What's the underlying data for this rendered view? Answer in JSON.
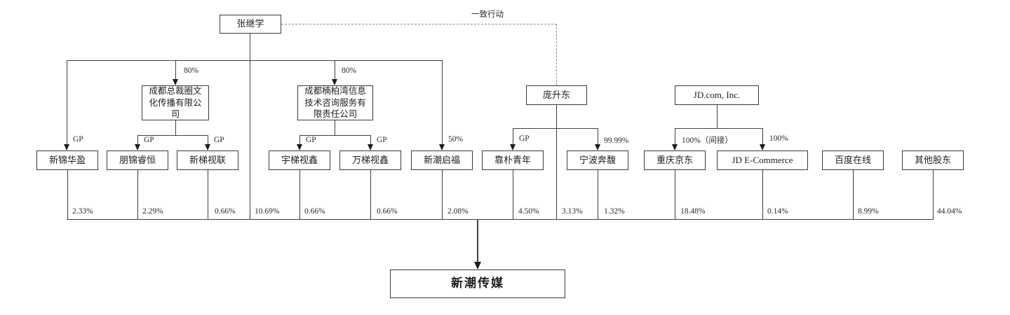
{
  "diagram": {
    "note": {
      "concert_action": "一致行动"
    },
    "actors": {
      "zhang_jixue": "张继学",
      "pang_shengdong": "庞升东",
      "jd_com": "JD.com, Inc.",
      "chengdu_zongcaiquan": "成都总裁圈文化传播有限公司",
      "chengdu_nanbaiwan": "成都楠柏湾信息技术咨询服务有限责任公司"
    },
    "shareholders": {
      "xinjin_huaying": "新锦华盈",
      "pengjin_ruiheng": "朋锦睿恒",
      "xinti_shilian": "新梯视联",
      "yuti_shixin": "宇梯视鑫",
      "wanti_shixin": "万梯视鑫",
      "xinchao_qifu": "新潮启福",
      "kaopu_qingnian": "靠朴青年",
      "ningbo_benfu": "宁波奔馥",
      "chongqing_jingdong": "重庆京东",
      "jd_ecommerce": "JD E-Commerce",
      "baidu_online": "百度在线",
      "other_shareholders": "其他股东"
    },
    "company": "新潮传媒",
    "edge_labels": {
      "gp": "GP",
      "pct_80": "80%",
      "pct_50": "50%",
      "pct_9999": "99.99%",
      "pct_100_indirect": "100%（间接）",
      "pct_100": "100%"
    },
    "ownership_pcts": {
      "xinjin_huaying": "2.33%",
      "pengjin_ruiheng": "2.29%",
      "xinti_shilian": "0.66%",
      "zhang_direct": "10.69%",
      "yuti_shixin": "0.66%",
      "wanti_shixin": "0.66%",
      "xinchao_qifu": "2.08%",
      "kaopu_qingnian": "4.50%",
      "pang_direct": "3.13%",
      "ningbo_benfu": "1.32%",
      "chongqing_jingdong": "18.48%",
      "jd_ecommerce": "0.14%",
      "baidu_online": "8.99%",
      "other_shareholders": "44.04%"
    }
  }
}
